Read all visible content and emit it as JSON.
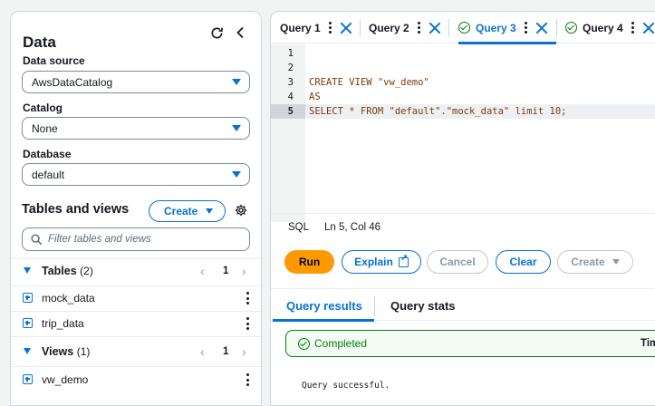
{
  "data_panel": {
    "title": "Data",
    "data_source": {
      "label": "Data source",
      "value": "AwsDataCatalog"
    },
    "catalog": {
      "label": "Catalog",
      "value": "None"
    },
    "database": {
      "label": "Database",
      "value": "default"
    },
    "tables_and_views": {
      "title": "Tables and views",
      "create_label": "Create",
      "filter_placeholder": "Filter tables and views"
    },
    "tables": {
      "label": "Tables",
      "count": "(2)",
      "page": "1",
      "items": [
        "mock_data",
        "trip_data"
      ]
    },
    "views": {
      "label": "Views",
      "count": "(1)",
      "page": "1",
      "items": [
        "vw_demo"
      ]
    }
  },
  "editor": {
    "tabs": [
      {
        "label": "Query 1",
        "completed": false,
        "active": false
      },
      {
        "label": "Query 2",
        "completed": false,
        "active": false
      },
      {
        "label": "Query 3",
        "completed": true,
        "active": true
      },
      {
        "label": "Query 4",
        "completed": true,
        "active": false
      }
    ],
    "lines": [
      {
        "num": "1",
        "text": ""
      },
      {
        "num": "2",
        "text": ""
      },
      {
        "num": "3",
        "text": "CREATE VIEW \"vw_demo\""
      },
      {
        "num": "4",
        "text": "AS"
      },
      {
        "num": "5",
        "text": "SELECT * FROM \"default\".\"mock_data\" limit 10;"
      }
    ],
    "current_line": "5",
    "status": {
      "language": "SQL",
      "position": "Ln 5, Col 46"
    },
    "buttons": {
      "run": "Run",
      "explain": "Explain",
      "cancel": "Cancel",
      "clear": "Clear",
      "create": "Create"
    }
  },
  "results": {
    "tabs": [
      "Query results",
      "Query stats"
    ],
    "status": "Completed",
    "time_label": "Tim",
    "message": "Query successful."
  },
  "colors": {
    "accent": "#0972d3",
    "run": "#ff9900",
    "success": "#037f0c"
  }
}
